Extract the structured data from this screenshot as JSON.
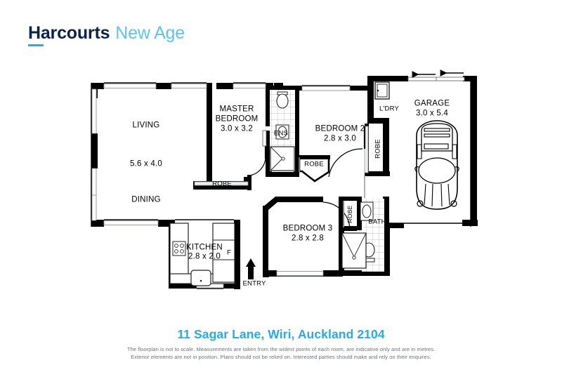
{
  "brand": {
    "name": "Harcourts",
    "suffix": "New Age",
    "primary_color": "#0a2348",
    "accent_color": "#29abe2"
  },
  "footer": {
    "address": "11 Sagar Lane, Wiri, Auckland 2104",
    "disclaimer_line1": "The floorplan is not to scale. Measurements are taken from the widest points of each room, are indicative only and are in metres.",
    "disclaimer_line2": "Exterior elements are not in position. Plans should not be relied on. Interested parties should make and rely on their enquires."
  },
  "floorplan": {
    "title": "Residential floor plan",
    "rooms": [
      {
        "name": "living",
        "label": "LIVING",
        "dimensions": "5.6 x 4.0"
      },
      {
        "name": "dining",
        "label": "DINING",
        "dimensions": ""
      },
      {
        "name": "master-bedroom",
        "label": "MASTER\nBEDROOM",
        "dimensions": "3.0 x 3.2"
      },
      {
        "name": "ensuite",
        "label": "ENS",
        "dimensions": ""
      },
      {
        "name": "bedroom-2",
        "label": "BEDROOM 2",
        "dimensions": "2.8 x 3.0"
      },
      {
        "name": "bedroom-3",
        "label": "BEDROOM 3",
        "dimensions": "2.8 x 2.8"
      },
      {
        "name": "kitchen",
        "label": "KITCHEN",
        "dimensions": "2.8 x 2.0"
      },
      {
        "name": "laundry",
        "label": "L'DRY",
        "dimensions": ""
      },
      {
        "name": "bathroom",
        "label": "BATH",
        "dimensions": ""
      },
      {
        "name": "garage",
        "label": "GARAGE",
        "dimensions": "3.0 x 5.4"
      }
    ],
    "labels": {
      "living": "LIVING",
      "living_dim": "5.6 x 4.0",
      "dining": "DINING",
      "master_l1": "MASTER",
      "master_l2": "BEDROOM",
      "master_dim": "3.0 x 3.2",
      "master_robe": "ROBE",
      "ens": "ENS",
      "bedroom2": "BEDROOM 2",
      "bedroom2_dim": "2.8 x 3.0",
      "bedroom2_robe_a": "ROBE",
      "bedroom2_robe_b": "ROBE",
      "laundry": "L'DRY",
      "garage": "GARAGE",
      "garage_dim": "3.0 x 5.4",
      "bedroom3": "BEDROOM 3",
      "bedroom3_dim": "2.8 x 2.8",
      "bedroom3_robe": "ROBE",
      "bath": "BATH",
      "kitchen": "KITCHEN",
      "kitchen_dim": "2.8 x 2.0",
      "fridge": "F",
      "entry": "ENTRY"
    },
    "fixtures": [
      "cooktop",
      "sink",
      "fridge",
      "laundry-tub",
      "ensuite-toilet",
      "ensuite-basin",
      "ensuite-shower",
      "bath-toilet",
      "bath-basin",
      "bath-shower",
      "car",
      "entry-arrow",
      "garage-door-arrows"
    ],
    "colors": {
      "wall": "#000000",
      "thin_line": "#1a1a1a",
      "tile": "#b9bcbe",
      "glass": "#d9dcde"
    }
  }
}
